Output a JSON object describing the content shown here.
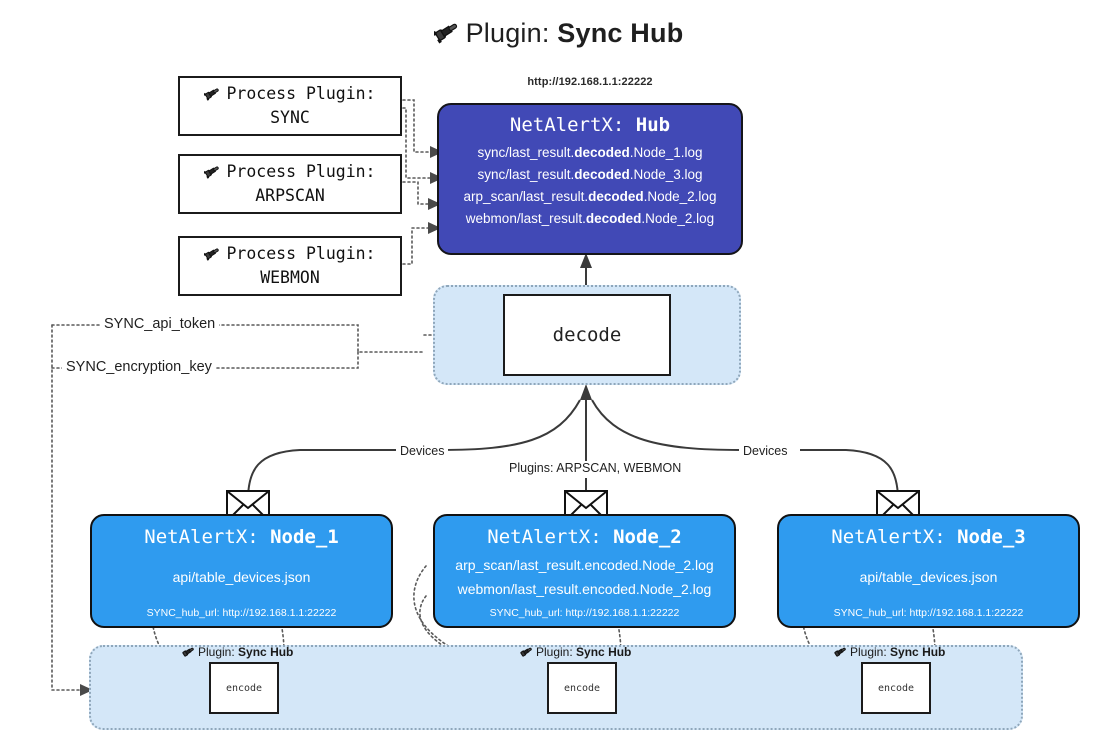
{
  "title": {
    "prefix": "Plugin:",
    "name": "Sync Hub",
    "icon": "plug-icon"
  },
  "process_plugins": [
    {
      "label": "Process Plugin:",
      "name": "SYNC"
    },
    {
      "label": "Process Plugin:",
      "name": "ARPSCAN"
    },
    {
      "label": "Process Plugin:",
      "name": "WEBMON"
    }
  ],
  "hub": {
    "url": "http://192.168.1.1:22222",
    "title_prefix": "NetAlertX:",
    "title_name": "Hub",
    "logs": [
      {
        "pre": "sync/last_result.",
        "mid": "decoded",
        "post": ".Node_1.log"
      },
      {
        "pre": "sync/last_result.",
        "mid": "decoded",
        "post": ".Node_3.log"
      },
      {
        "pre": "arp_scan/last_result.",
        "mid": "decoded",
        "post": ".Node_2.log"
      },
      {
        "pre": "webmon/last_result.",
        "mid": "decoded",
        "post": ".Node_2.log"
      }
    ]
  },
  "decode": {
    "label": "decode"
  },
  "keys": [
    {
      "label": "SYNC_api_token"
    },
    {
      "label": "SYNC_encryption_key"
    }
  ],
  "edge_labels": {
    "devices_left": "Devices",
    "devices_right": "Devices",
    "plugins_center": "Plugins: ARPSCAN, WEBMON"
  },
  "nodes": [
    {
      "title_prefix": "NetAlertX:",
      "title_name": "Node_1",
      "rows": [
        "api/table_devices.json"
      ],
      "footer": "SYNC_hub_url: http://192.168.1.1:22222",
      "encode_label": "encode",
      "plugin_label_prefix": "Plugin:",
      "plugin_label_name": "Sync Hub"
    },
    {
      "title_prefix": "NetAlertX:",
      "title_name": "Node_2",
      "rows": [
        "arp_scan/last_result.encoded.Node_2.log",
        "webmon/last_result.encoded.Node_2.log"
      ],
      "footer": "SYNC_hub_url: http://192.168.1.1:22222",
      "encode_label": "encode",
      "plugin_label_prefix": "Plugin:",
      "plugin_label_name": "Sync Hub"
    },
    {
      "title_prefix": "NetAlertX:",
      "title_name": "Node_3",
      "rows": [
        "api/table_devices.json"
      ],
      "footer": "SYNC_hub_url: http://192.168.1.1:22222",
      "encode_label": "encode",
      "plugin_label_prefix": "Plugin:",
      "plugin_label_name": "Sync Hub"
    }
  ],
  "colors": {
    "hub": "#4149b6",
    "node": "#2f9bef",
    "band": "#d4e7f8",
    "band_border": "#8fa7bb",
    "stroke": "#1b1b1b"
  }
}
